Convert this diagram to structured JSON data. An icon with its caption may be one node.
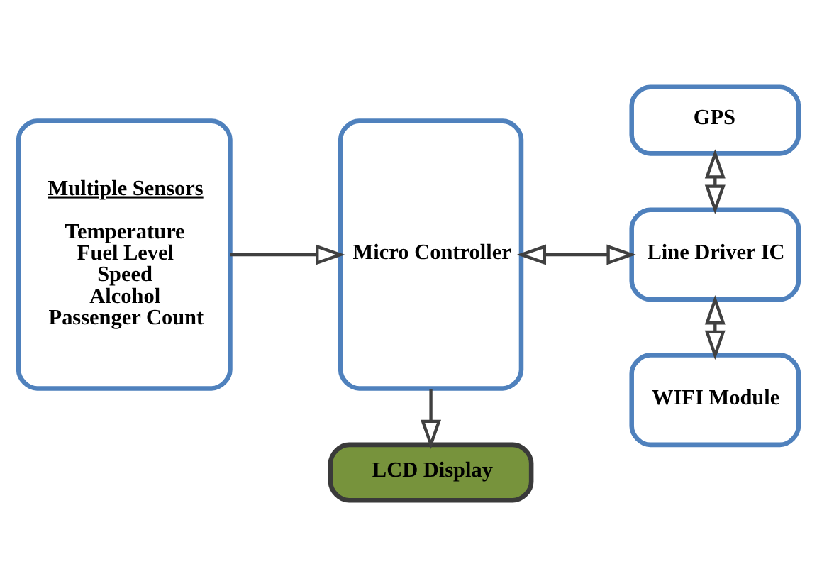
{
  "diagram": {
    "nodes": [
      {
        "text": [
          "LCD Display"
        ]
      },
      {
        "text": [
          "Multiple Sensors",
          "Temperature",
          "Fuel Level",
          "Speed",
          "Alcohol",
          "Passenger Count"
        ]
      },
      {
        "text": [
          "Micro Controller"
        ]
      },
      {
        "text": [
          "GPS"
        ]
      },
      {
        "text": [
          "Line Driver IC"
        ]
      },
      {
        "text": [
          "WIFI Module"
        ]
      }
    ],
    "edges": [
      {
        "from": 2,
        "to": 0,
        "arrow": "to"
      },
      {
        "from": 1,
        "to": 2,
        "arrow": "to"
      },
      {
        "from": 2,
        "to": 4,
        "arrow": "both"
      },
      {
        "from": 3,
        "to": 4,
        "arrow": "both"
      },
      {
        "from": 4,
        "to": 5,
        "arrow": "both"
      }
    ]
  }
}
